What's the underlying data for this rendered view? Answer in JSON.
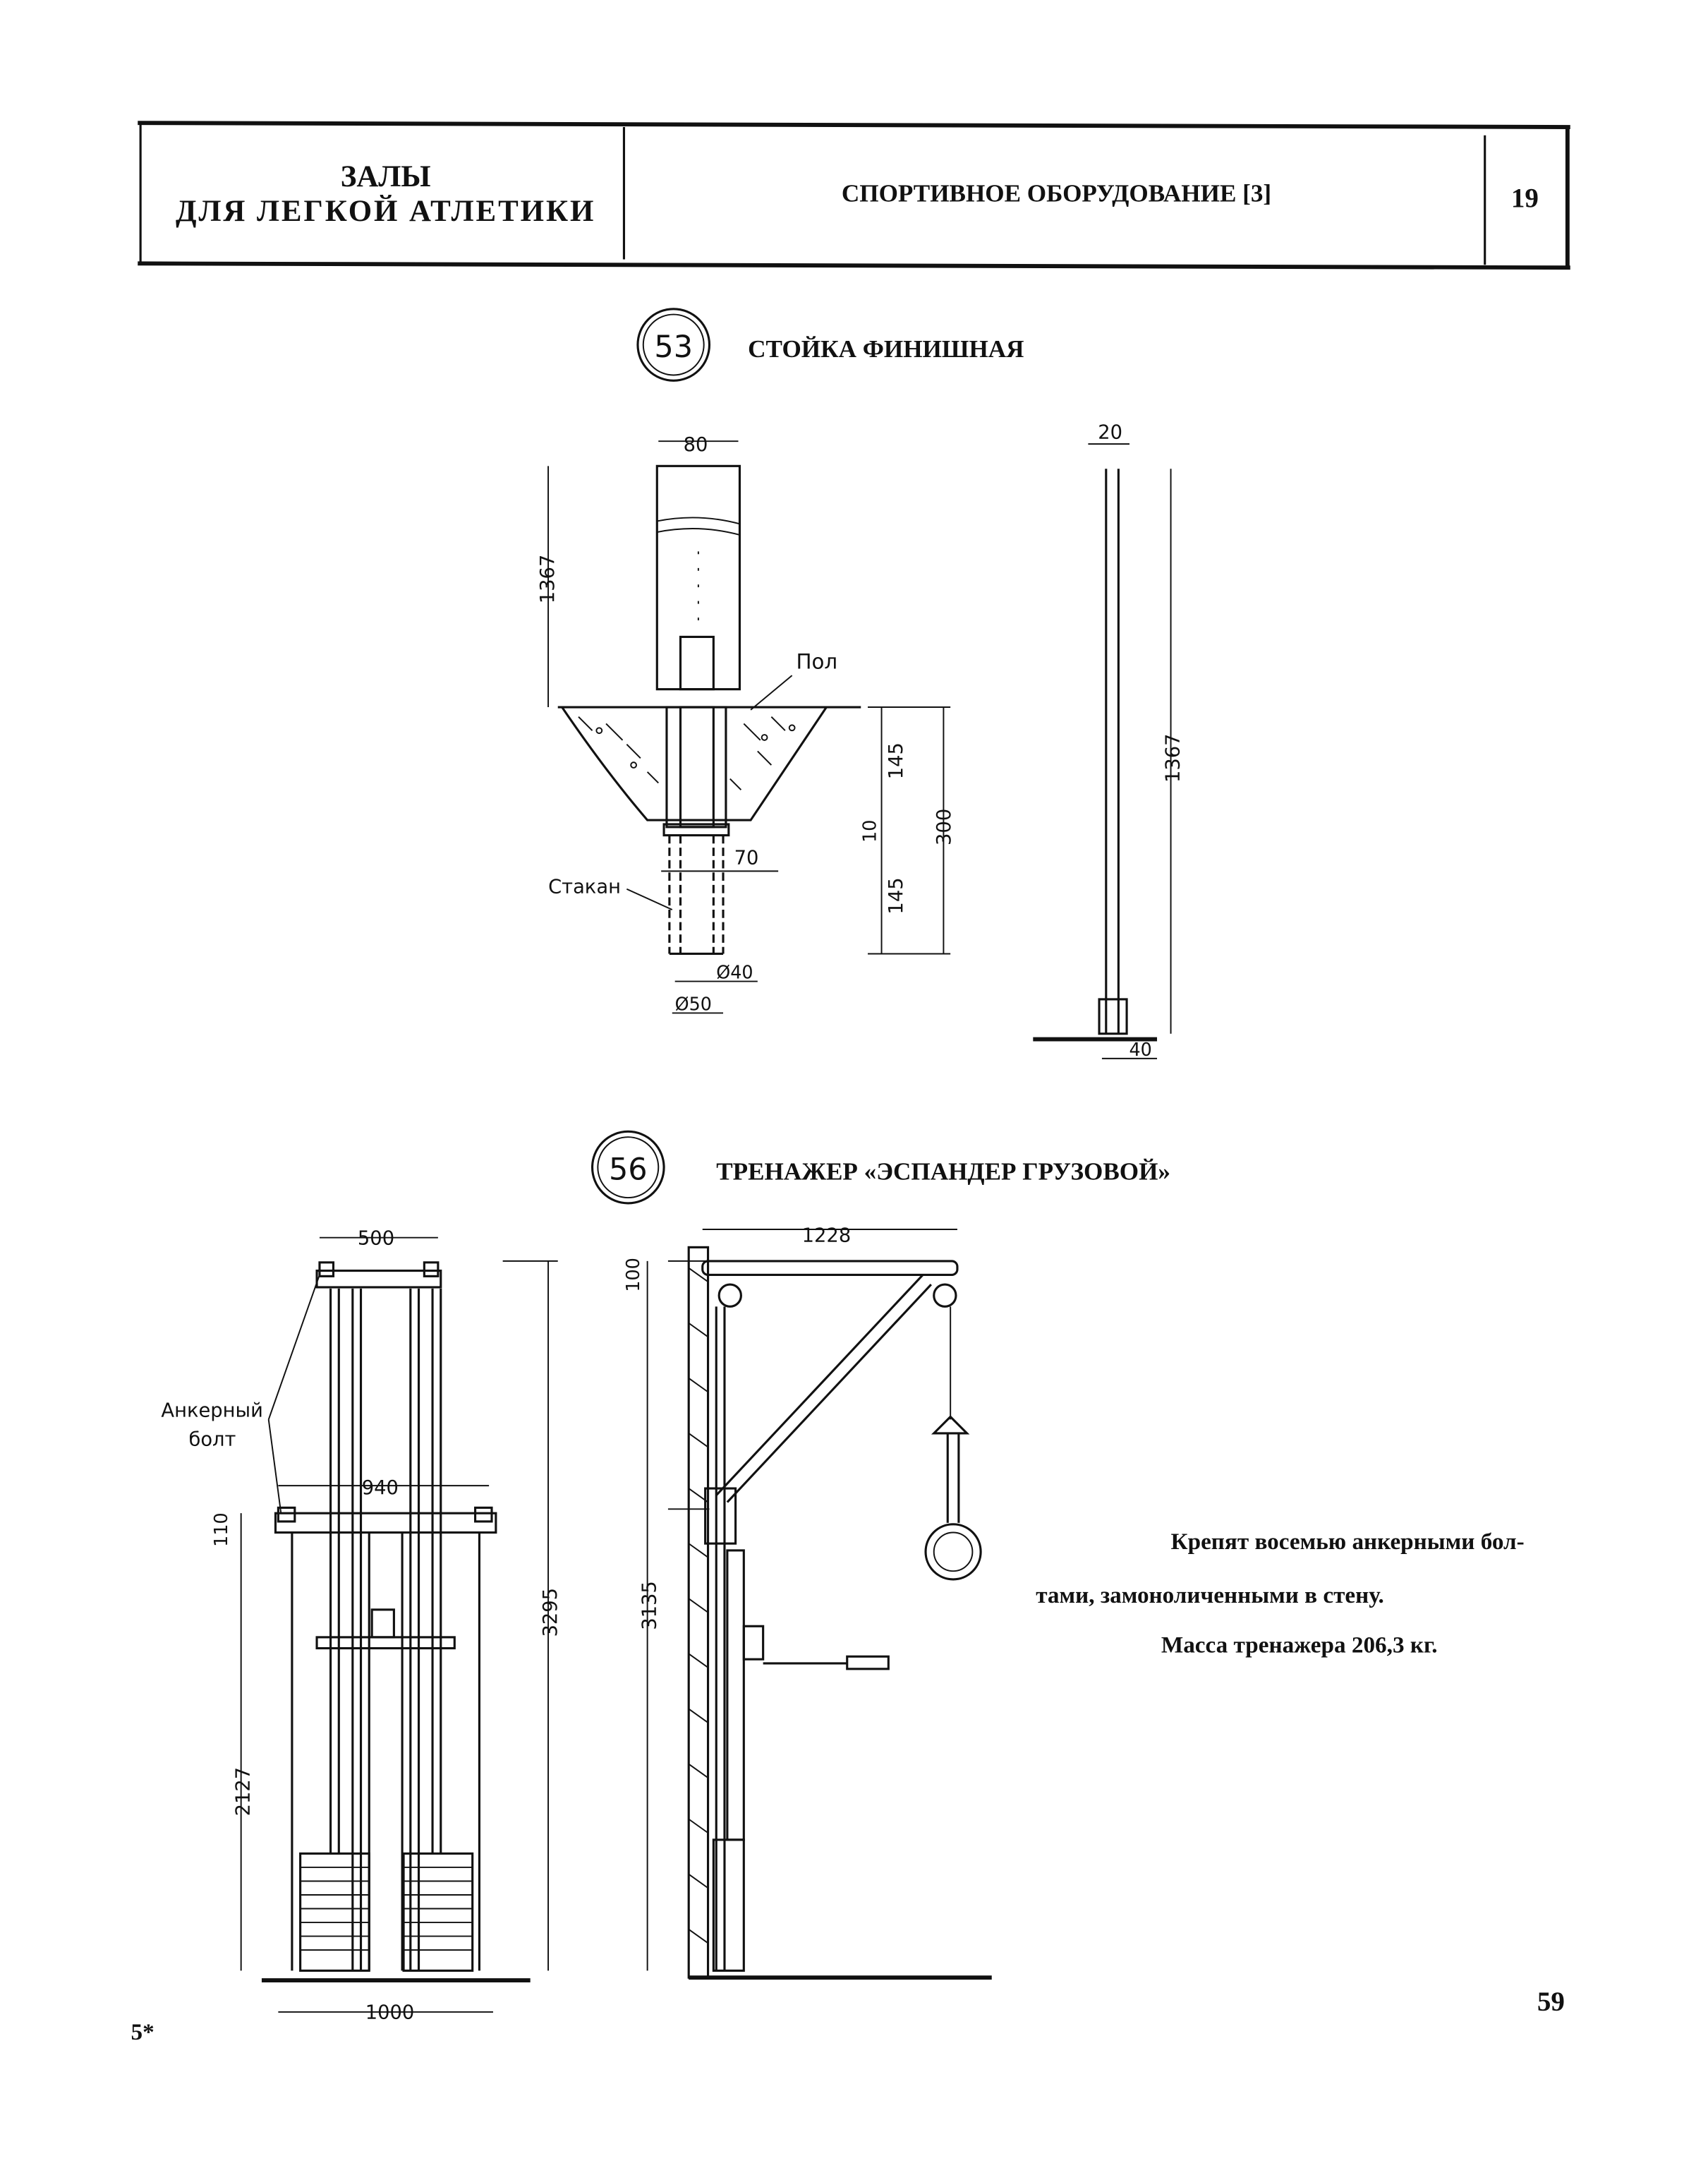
{
  "header": {
    "section_line1": "ЗАЛЫ",
    "section_line2": "ДЛЯ ЛЕГКОЙ АТЛЕТИКИ",
    "topic": "СПОРТИВНОЕ ОБОРУДОВАНИЕ [3]",
    "sheet_number": "19"
  },
  "figure53": {
    "number": "53",
    "title": "СТОЙКА ФИНИШНАЯ",
    "dims": {
      "width_top": "80",
      "height": "1367",
      "floor_label": "Пол",
      "upper": "145",
      "gap": "10",
      "total": "300",
      "lower": "145",
      "offset": "70",
      "cup_label": "Стакан",
      "inner_dia": "Ø40",
      "outer_dia": "Ø50",
      "side_top": "20",
      "side_height": "1367",
      "side_base": "40"
    }
  },
  "figure56": {
    "number": "56",
    "title": "ТРЕНАЖЕР «ЭСПАНДЕР ГРУЗОВОЙ»",
    "dims": {
      "top_width": "500",
      "anchor_label_1": "Анкерный",
      "anchor_label_2": "болт",
      "mid_width": "940",
      "beam_height": "110",
      "total_height": "3295",
      "lower_height": "2127",
      "base_width": "1000",
      "arm_length": "1228",
      "arm_height": "100",
      "side_height": "3135"
    },
    "note_line1": "Крепят восемью  анкерными бол-",
    "note_line2": "тами, замоноличенными в стену.",
    "note_line3": "Масса тренажера 206,3 кг."
  },
  "footer": {
    "signature_mark": "5*",
    "page_number": "59"
  }
}
